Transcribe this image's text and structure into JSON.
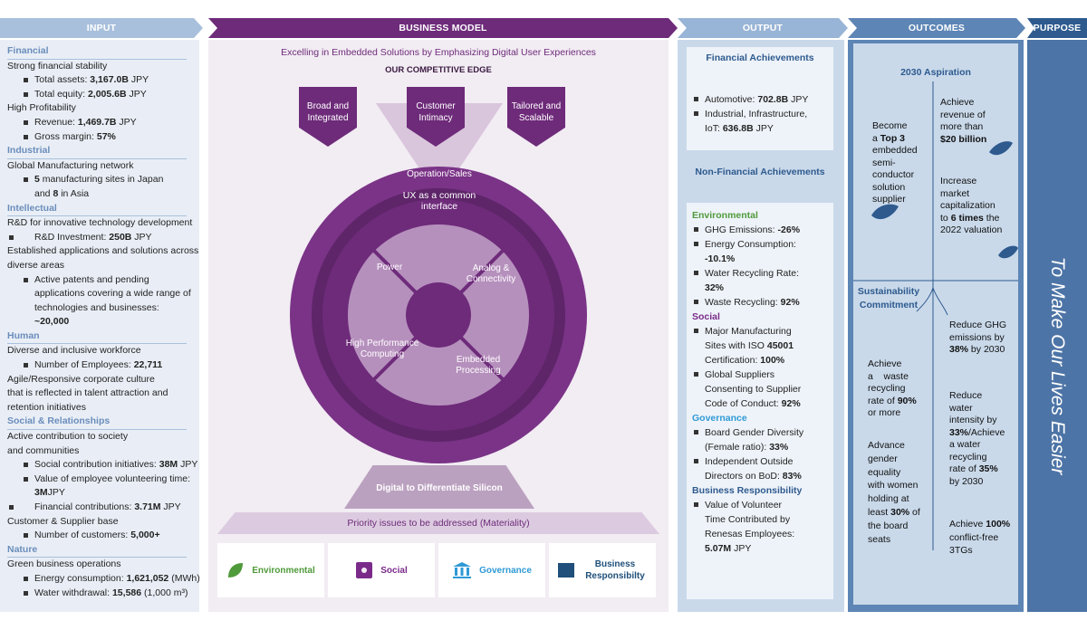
{
  "headers": {
    "input": "INPUT",
    "business_model": "BUSINESS MODEL",
    "output": "OUTPUT",
    "outcomes": "OUTCOMES",
    "purpose": "PURPOSE"
  },
  "input": {
    "financial": {
      "title": "Financial",
      "stability": "Strong financial stability",
      "assets_label": "Total assets: ",
      "assets_value": "3,167.0B",
      "assets_unit": " JPY",
      "equity_label": "Total equity: ",
      "equity_value": "2,005.6B",
      "equity_unit": " JPY",
      "profitability": "High Profitability",
      "revenue_label": "Revenue: ",
      "revenue_value": "1,469.7B",
      "revenue_unit": " JPY",
      "margin_label": "Gross margin: ",
      "margin_value": "57%"
    },
    "industrial": {
      "title": "Industrial",
      "network": "Global Manufacturing network",
      "sites_value": "5",
      "sites_text": " manufacturing sites in Japan",
      "asia_pre": "and ",
      "asia_value": "8",
      "asia_text": " in Asia"
    },
    "intellectual": {
      "title": "Intellectual",
      "rd": "R&D for innovative technology development",
      "rd_label": "R&D Investment: ",
      "rd_value": "250B",
      "rd_unit": " JPY",
      "apps1": "Established applications and solutions across",
      "apps2": "diverse areas",
      "pat1": "Active patents and pending",
      "pat2": "applications covering a wide range of",
      "pat3": "technologies and businesses: ",
      "pat_value": "~20,000"
    },
    "human": {
      "title": "Human",
      "workforce": "Diverse and inclusive workforce",
      "emp_label": "Number of Employees: ",
      "emp_value": "22,711",
      "culture1": "Agile/Responsive corporate culture",
      "culture2": "that is reflected in talent attraction and",
      "culture3": "retention initiatives"
    },
    "social": {
      "title": "Social & Relationships",
      "contrib1": "Active contribution to society",
      "contrib2": "and communities",
      "sci_label": "Social contribution initiatives: ",
      "sci_value": "38M",
      "sci_unit": " JPY",
      "vol_label": "Value of employee volunteering time:",
      "vol_value": "3M",
      "vol_unit": "JPY",
      "fin_label": "Financial contributions: ",
      "fin_value": "3.71M",
      "fin_unit": " JPY",
      "base": "Customer & Supplier base",
      "cust_label": "Number of customers: ",
      "cust_value": "5,000+"
    },
    "nature": {
      "title": "Nature",
      "ops": "Green business operations",
      "energy_label": "Energy consumption: ",
      "energy_value": "1,621,052",
      "energy_unit": " (MWh)",
      "water_label": "Water withdrawal: ",
      "water_value": "15,586",
      "water_unit": " (1,000 m³)"
    }
  },
  "business_model": {
    "tagline": "Excelling in Embedded Solutions by Emphasizing Digital User Experiences",
    "edge": "OUR COMPETITIVE EDGE",
    "shields": [
      "Broad and Integrated",
      "Customer Intimacy",
      "Tailored and Scalable"
    ],
    "ring": "Operation/Sales",
    "ux": "UX as a common interface",
    "segments": [
      "Power",
      "Analog & Connectivity",
      "High Performance Computing",
      "Embedded Processing"
    ],
    "base": "Digital to Differentiate Silicon",
    "materiality": "Priority issues to be addressed (Materiality)",
    "issues": [
      "Environmental",
      "Social",
      "Governance",
      "Business Responsibilty"
    ],
    "colors": {
      "purple": "#6e2b7a",
      "env": "#4f9a3a",
      "soc": "#7a2b8a",
      "gov": "#2f9ad6",
      "biz": "#1f4f7a"
    }
  },
  "output": {
    "fin_title": "Financial Achievements",
    "automotive_label": "Automotive: ",
    "automotive_value": "702.8B",
    "automotive_unit": " JPY",
    "iiot_label1": "Industrial, Infrastructure,",
    "iiot_label2": "IoT: ",
    "iiot_value": "636.8B",
    "iiot_unit": " JPY",
    "nonfin_title": "Non-Financial Achievements",
    "env_title": "Environmental",
    "ghg": "GHG Emissions: ",
    "ghg_v": "-26%",
    "energy": "Energy Consumption:",
    "energy_v": "-10.1%",
    "water": "Water Recycling Rate:",
    "water_v": "32%",
    "waste": "Waste Recycling: ",
    "waste_v": "92%",
    "social_title": "Social",
    "iso1": "Major Manufacturing",
    "iso2": "Sites with ISO ",
    "iso_v": "45001",
    "iso3": "Certification: ",
    "iso_v2": "100%",
    "sup1": "Global Suppliers",
    "sup2": "Consenting to Supplier",
    "sup3": "Code of Conduct: ",
    "sup_v": "92%",
    "gov_title": "Governance",
    "bgd1": "Board Gender Diversity",
    "bgd2": "(Female ratio): ",
    "bgd_v": "33%",
    "ind1": "Independent Outside",
    "ind2": "Directors on BoD: ",
    "ind_v": "83%",
    "biz_title": "Business Responsibility",
    "vol1": "Value of Volunteer",
    "vol2": "Time Contributed by",
    "vol3": "Renesas Employees:",
    "vol_v": "5.07M",
    "vol_u": " JPY",
    "colors": {
      "env": "#4f9a3a",
      "social": "#7a2b8a",
      "gov": "#2f9ad6",
      "biz": "#2e5a8e"
    }
  },
  "outcomes": {
    "aspiration": "2030 Aspiration",
    "top3_a": "Become",
    "top3_b": "a ",
    "top3_v": "Top 3",
    "top3_c": "embedded",
    "top3_d": "semi-",
    "top3_e": "conductor",
    "top3_f": "solution",
    "top3_g": "supplier",
    "rev_a": "Achieve",
    "rev_b": "revenue of",
    "rev_c": "more than",
    "rev_v": "$20 billion",
    "cap_a": "Increase",
    "cap_b": "market",
    "cap_c": "capitalization",
    "cap_d": "to ",
    "cap_v": "6 times",
    "cap_e": " the",
    "cap_f": "2022 valuation",
    "sustain": "Sustainability Commitment",
    "ghg_a": "Reduce GHG",
    "ghg_b": "emissions by",
    "ghg_v": "38%",
    "ghg_c": " by 2030",
    "waste_a": "Achieve",
    "waste_b": "a    waste",
    "waste_c": "recycling",
    "waste_d": "rate of ",
    "waste_v": "90%",
    "waste_e": "or more",
    "water_a": "Reduce",
    "water_b": "water",
    "water_c": "intensity by",
    "water_v": "33%",
    "water_d": "/Achieve",
    "water_e": "a water",
    "water_f": "recycling",
    "water_g": "rate of ",
    "water_v2": "35%",
    "water_h": "by 2030",
    "gender_a": "Advance",
    "gender_b": "gender",
    "gender_c": "equality",
    "gender_d": "with women",
    "gender_e": "holding at",
    "gender_f": "least ",
    "gender_v": "30%",
    "gender_g": " of",
    "gender_h": "the board",
    "gender_i": "seats",
    "conf_a": "Achieve ",
    "conf_v": "100%",
    "conf_b": "conflict-free",
    "conf_c": "3TGs"
  },
  "purpose": {
    "text": "To Make Our Lives Easier"
  }
}
